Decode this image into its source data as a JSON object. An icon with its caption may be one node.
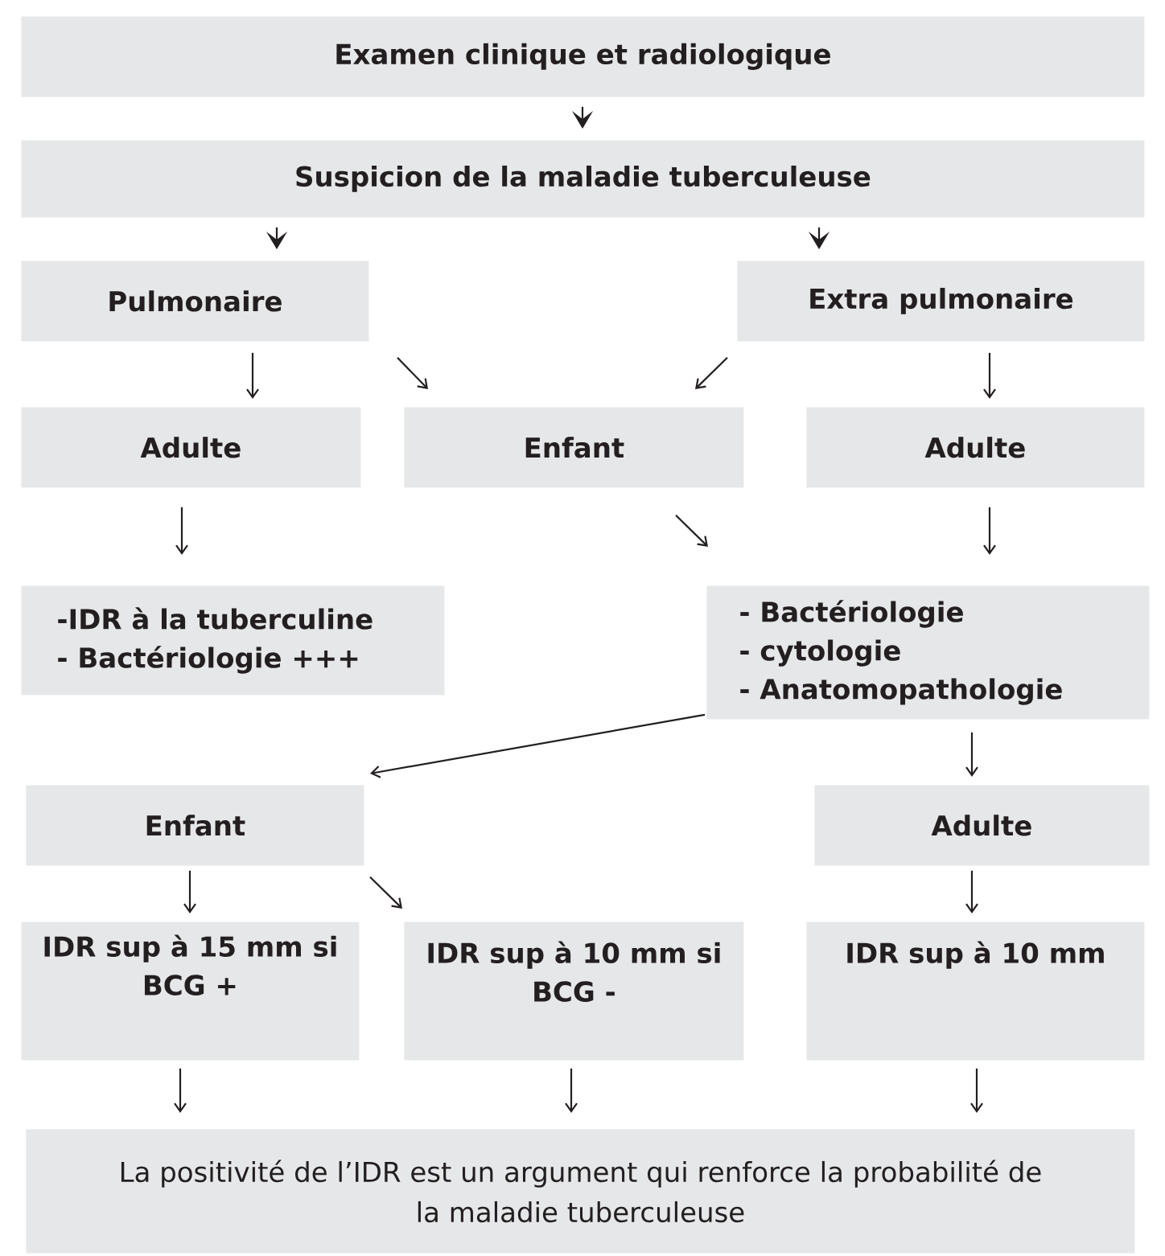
{
  "diagram": {
    "nodes": [
      {
        "text": [
          "Examen clinique et radiologique"
        ]
      },
      {
        "text": [
          "Suspicion de la maladie tuberculeuse"
        ]
      },
      {
        "text": [
          "Pulmonaire"
        ]
      },
      {
        "text": [
          "Extra pulmonaire"
        ]
      },
      {
        "text": [
          "Adulte"
        ]
      },
      {
        "text": [
          "Enfant"
        ]
      },
      {
        "text": [
          "Adulte"
        ]
      },
      {
        "text": [
          "-IDR à la tuberculine",
          "- Bactériologie +++"
        ]
      },
      {
        "text": [
          "- Bactériologie",
          "- cytologie",
          "- Anatomopathologie"
        ]
      },
      {
        "text": [
          "Enfant"
        ]
      },
      {
        "text": [
          "Adulte"
        ]
      },
      {
        "text": [
          "IDR sup à 15 mm si BCG +"
        ]
      },
      {
        "text": [
          "IDR sup à 10 mm si BCG -"
        ]
      },
      {
        "text": [
          "IDR sup à 10 mm"
        ]
      },
      {
        "text": [
          "La positivité de l’IDR est un argument qui renforce la probabilité de la maladie tuberculeuse"
        ]
      }
    ],
    "edges": [
      {
        "from": 0,
        "to": 1,
        "arrow": "to"
      },
      {
        "from": 1,
        "to": 2,
        "arrow": "to"
      },
      {
        "from": 1,
        "to": 3,
        "arrow": "to"
      },
      {
        "from": 2,
        "to": 4,
        "arrow": "to"
      },
      {
        "from": 2,
        "to": 5,
        "arrow": "to"
      },
      {
        "from": 3,
        "to": 5,
        "arrow": "to"
      },
      {
        "from": 3,
        "to": 6,
        "arrow": "to"
      },
      {
        "from": 4,
        "to": 7,
        "arrow": "to"
      },
      {
        "from": 5,
        "to": 8,
        "arrow": "to"
      },
      {
        "from": 6,
        "to": 8,
        "arrow": "to"
      },
      {
        "from": 8,
        "to": 9,
        "arrow": "to"
      },
      {
        "from": 8,
        "to": 10,
        "arrow": "to"
      },
      {
        "from": 9,
        "to": 11,
        "arrow": "to"
      },
      {
        "from": 9,
        "to": 12,
        "arrow": "to"
      },
      {
        "from": 10,
        "to": 13,
        "arrow": "to"
      },
      {
        "from": 11,
        "to": 14,
        "arrow": "to"
      },
      {
        "from": 12,
        "to": 14,
        "arrow": "to"
      },
      {
        "from": 13,
        "to": 14,
        "arrow": "to"
      }
    ]
  }
}
